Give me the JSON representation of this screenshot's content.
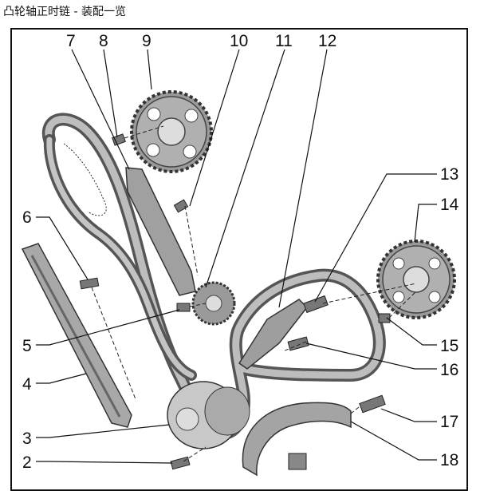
{
  "page": {
    "title": "凸轮轴正时链 - 装配一览"
  },
  "callouts": [
    "2",
    "3",
    "4",
    "5",
    "6",
    "7",
    "8",
    "9",
    "10",
    "11",
    "12",
    "13",
    "14",
    "15",
    "16",
    "17",
    "18"
  ]
}
